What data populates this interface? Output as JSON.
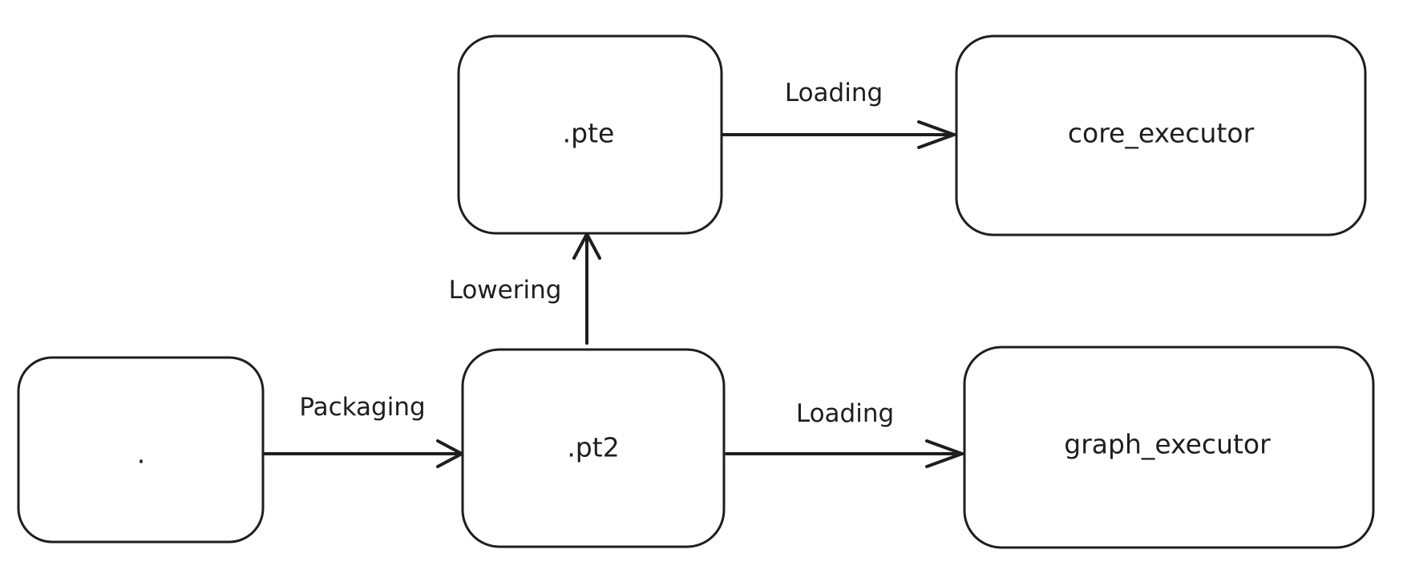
{
  "diagram": {
    "nodes": {
      "ep": ".",
      "pt2": ".pt2",
      "pte": ".pte",
      "core_executor": "core_executor",
      "graph_executor": "graph_executor"
    },
    "edges": {
      "ep_to_pt2": "Packaging",
      "pt2_to_pte": "Lowering",
      "pte_to_core": "Loading",
      "pt2_to_graph": "Loading"
    }
  },
  "colors": {
    "stroke": "#1e1e1e",
    "background": "#ffffff"
  }
}
